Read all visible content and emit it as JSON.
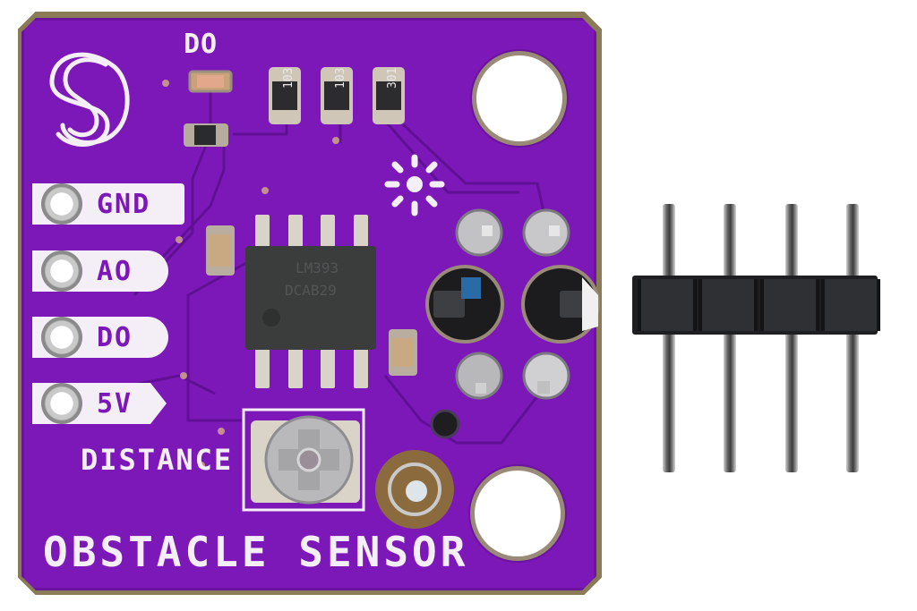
{
  "board": {
    "title": "OBSTACLE SENSOR",
    "potentiometer_label": "DISTANCE",
    "status_led_label": "DO",
    "colors": {
      "soldermask": "#7d18b8",
      "silkscreen": "#f4eef6",
      "edge": "#8a7a55",
      "copper_pad": "#8b6a3e"
    },
    "pins": [
      {
        "label": "GND"
      },
      {
        "label": "AO"
      },
      {
        "label": "DO"
      },
      {
        "label": "5V"
      }
    ],
    "ic": {
      "marking_line1": "LM393",
      "marking_line2": "DCAB29"
    },
    "resistors": [
      {
        "marking": "103"
      },
      {
        "marking": "103"
      },
      {
        "marking": "301"
      }
    ],
    "icons": {
      "logo": "s-loop-logo-icon",
      "led_indicator": "light-burst-icon"
    }
  },
  "header": {
    "pin_count": 4,
    "colors": {
      "body": "#1f1f22",
      "pin": "#8c8c8c"
    }
  },
  "background": "#ffffff"
}
